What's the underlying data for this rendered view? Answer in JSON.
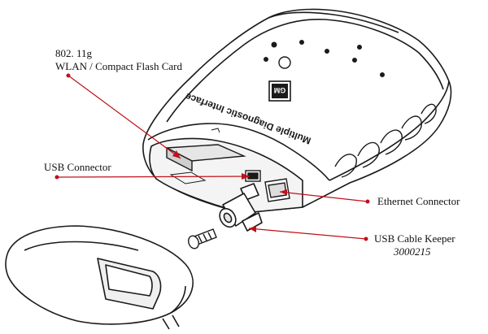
{
  "labels": {
    "wlan_line1": "802. 11g",
    "wlan_line2": "WLAN / Compact Flash Card",
    "usb_connector": "USB Connector",
    "ethernet_connector": "Ethernet Connector",
    "usb_cable_keeper": "USB Cable Keeper",
    "usb_cable_keeper_part": "3000215"
  },
  "device": {
    "face_text": "Multiple Diagnostic Interface",
    "logo_text": "GM"
  },
  "colors": {
    "leader": "#c0101a",
    "outline": "#1a1a1a",
    "body_fill": "#ffffff",
    "shade": "#e6e6e6"
  }
}
